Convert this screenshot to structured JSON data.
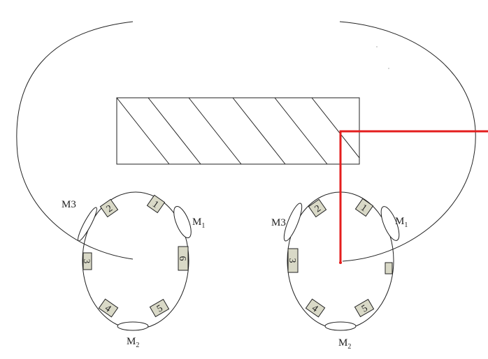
{
  "colors": {
    "line": "#222222",
    "beam_path": "#e41e1e",
    "magnet_fill": "#d9d9c7"
  },
  "rings": {
    "left": {
      "mirror_labels": {
        "m1": "M",
        "m1_sub": "1",
        "m2": "M",
        "m2_sub": "2",
        "m3": "M3"
      },
      "magnet_labels": [
        "2",
        "1",
        "6",
        "5",
        "4",
        "3"
      ]
    },
    "right": {
      "mirror_labels": {
        "m1": "M",
        "m1_sub": "1",
        "m2": "M",
        "m2_sub": "2",
        "m3": "M3"
      },
      "magnet_labels": [
        "2",
        "1",
        "",
        "5",
        "4",
        "3"
      ]
    }
  }
}
